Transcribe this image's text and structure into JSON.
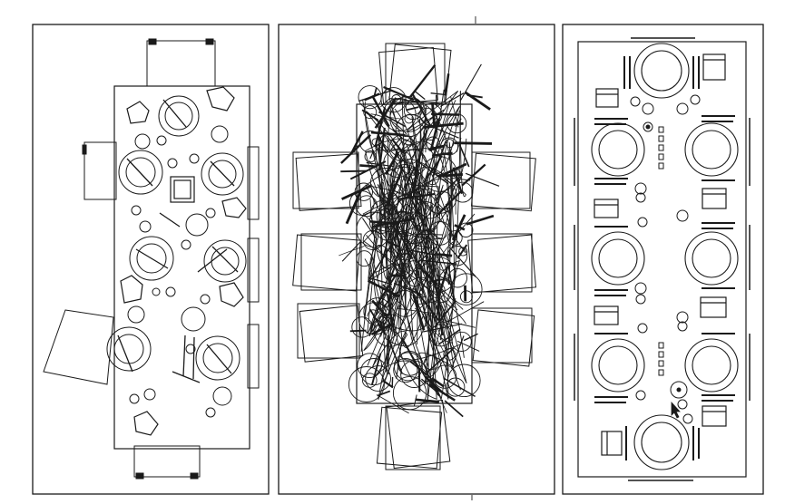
{
  "figure": {
    "panels": [
      {
        "id": "messy",
        "seats": 8
      },
      {
        "id": "overlay",
        "seats": 8
      },
      {
        "id": "tidy",
        "seats": 8
      }
    ]
  },
  "colors": {
    "ink": "#1a1a1a",
    "background": "#ffffff",
    "frame": "#333333"
  }
}
